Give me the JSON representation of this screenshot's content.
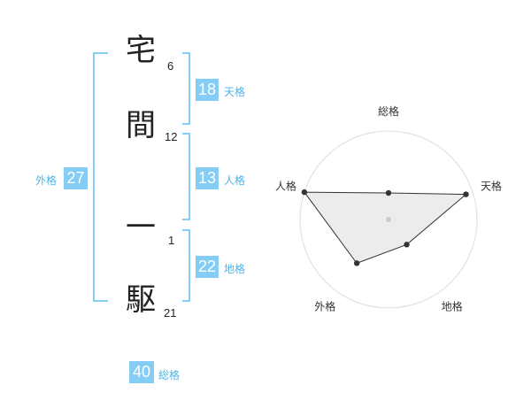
{
  "name": {
    "chars": [
      {
        "char": "宅",
        "strokes": "6"
      },
      {
        "char": "間",
        "strokes": "12"
      },
      {
        "char": "一",
        "strokes": "1"
      },
      {
        "char": "駆",
        "strokes": "21"
      }
    ]
  },
  "scores": {
    "tenkaku": {
      "value": "18",
      "label": "天格"
    },
    "jinkaku": {
      "value": "13",
      "label": "人格"
    },
    "chikaku": {
      "value": "22",
      "label": "地格"
    },
    "gaikaku": {
      "value": "27",
      "label": "外格"
    },
    "soukaku": {
      "value": "40",
      "label": "総格"
    }
  },
  "colors": {
    "accent": "#85cdf5",
    "bracket": "#85cdf5",
    "label": "#4db4e8"
  },
  "radar": {
    "axes": [
      "総格",
      "天格",
      "地格",
      "外格",
      "人格"
    ],
    "values": [
      0.3,
      0.92,
      0.35,
      0.61,
      1.0
    ],
    "rings": 4
  }
}
